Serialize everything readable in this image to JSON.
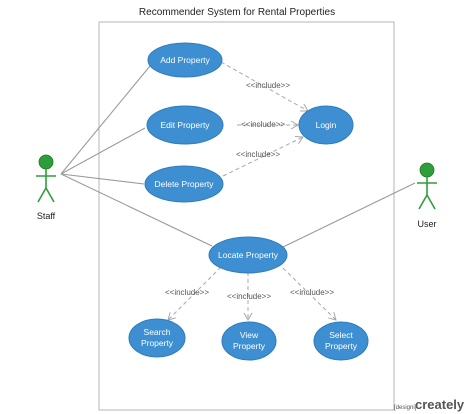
{
  "title": "Recommender System for Rental Properties",
  "actors": {
    "staff": "Staff",
    "user": "User"
  },
  "use_cases": {
    "add_property": "Add Property",
    "edit_property": "Edit Property",
    "delete_property": "Delete Property",
    "login": "Login",
    "locate_property": "Locate Property",
    "search_property": [
      "Search",
      "Property"
    ],
    "view_property": [
      "View",
      "Property"
    ],
    "select_property": [
      "Select",
      "Property"
    ]
  },
  "include_label": "<<include>>",
  "watermark": {
    "prefix": "[designi]",
    "brand": "creately"
  },
  "colors": {
    "use_case_fill": "#3d8fd1",
    "actor": "#2e9e3a",
    "lines": "#9a9a9a"
  }
}
